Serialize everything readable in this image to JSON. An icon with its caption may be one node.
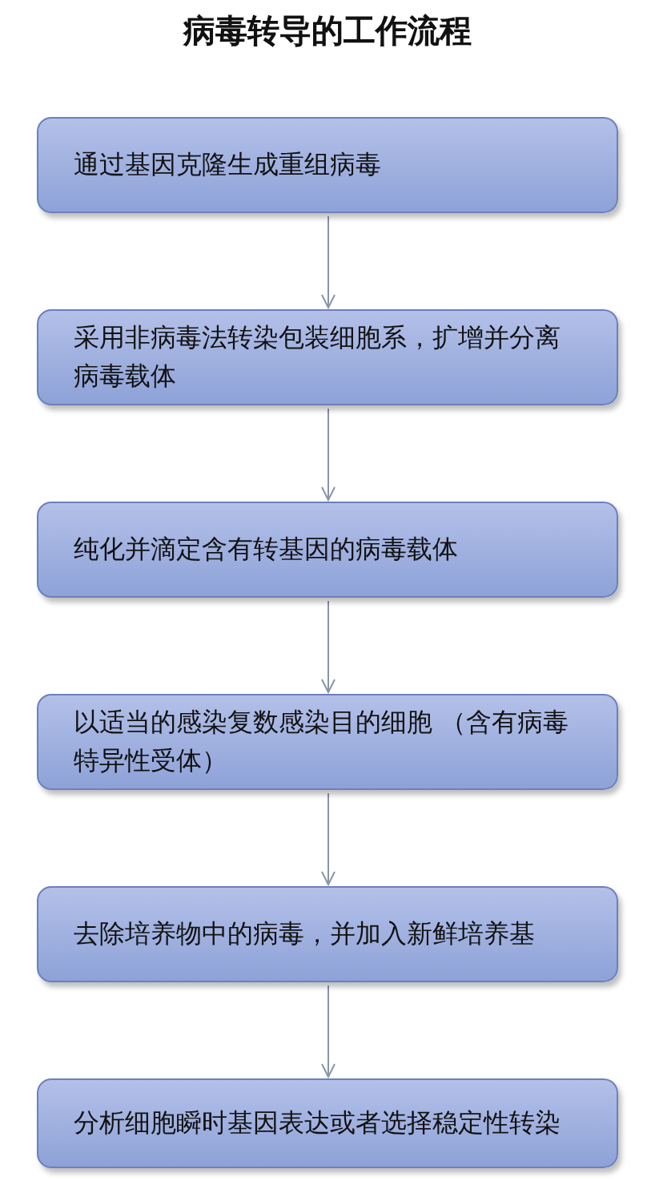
{
  "diagram": {
    "title": "病毒转导的工作流程",
    "nodes": [
      {
        "text": [
          "通过基因克隆生成重组病毒"
        ]
      },
      {
        "text": [
          "采用非病毒法转染包装细胞系，扩增并分离病毒载体"
        ]
      },
      {
        "text": [
          "纯化并滴定含有转基因的病毒载体"
        ]
      },
      {
        "text": [
          "以适当的感染复数感染目的细胞 （含有病毒特异性受体）"
        ]
      },
      {
        "text": [
          "去除培养物中的病毒，并加入新鲜培养基"
        ]
      },
      {
        "text": [
          "分析细胞瞬时基因表达或者选择稳定性转染"
        ]
      }
    ],
    "edges": [
      {
        "from": 0,
        "to": 1,
        "arrow": "to"
      },
      {
        "from": 1,
        "to": 2,
        "arrow": "to"
      },
      {
        "from": 2,
        "to": 3,
        "arrow": "to"
      },
      {
        "from": 3,
        "to": 4,
        "arrow": "to"
      },
      {
        "from": 4,
        "to": 5,
        "arrow": "to"
      }
    ]
  }
}
